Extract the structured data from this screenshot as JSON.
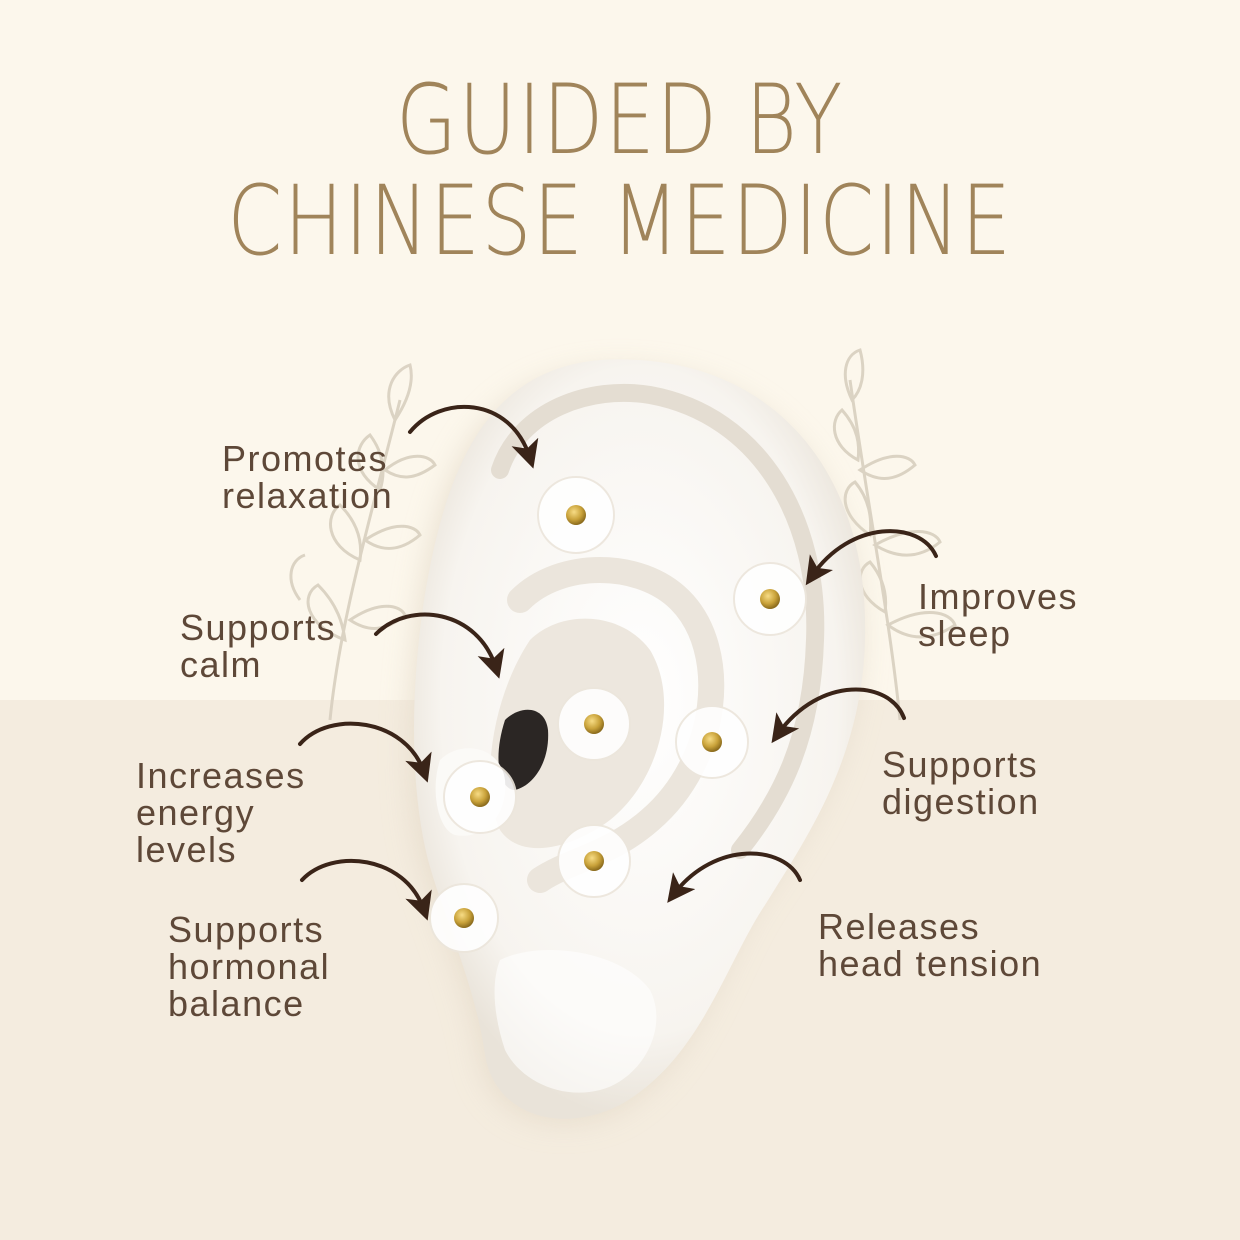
{
  "title": {
    "line1": "GUIDED BY",
    "line2": "CHINESE MEDICINE"
  },
  "colors": {
    "title": "#a0845a",
    "text": "#5e4838",
    "arrow": "#3a2418",
    "stud": "#c9a23a",
    "bg_top": "#fcf7ec",
    "bg_bottom": "#f4ecdf"
  },
  "benefits": [
    {
      "id": "relaxation",
      "lines": [
        "Promotes",
        "relaxation"
      ]
    },
    {
      "id": "calm",
      "lines": [
        "Supports",
        "calm"
      ]
    },
    {
      "id": "energy",
      "lines": [
        "Increases",
        "energy",
        "levels"
      ]
    },
    {
      "id": "hormonal",
      "lines": [
        "Supports",
        "hormonal",
        "balance"
      ]
    },
    {
      "id": "sleep",
      "lines": [
        "Improves",
        "sleep"
      ]
    },
    {
      "id": "digestion",
      "lines": [
        "Supports",
        "digestion"
      ]
    },
    {
      "id": "tension",
      "lines": [
        "Releases",
        "head tension"
      ]
    }
  ]
}
